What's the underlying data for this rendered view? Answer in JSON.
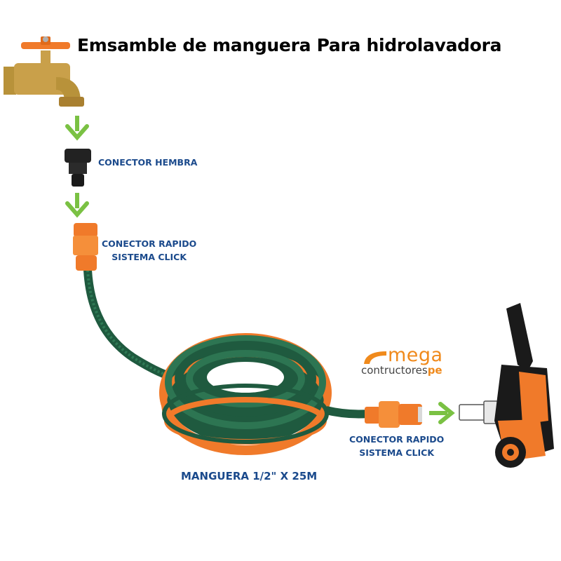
{
  "title": "Emsamble de manguera Para hidrolavadora",
  "labels": {
    "female_connector": "CONECTOR HEMBRA",
    "quick_connector_top": [
      "CONECTOR RAPIDO",
      "SISTEMA CLICK"
    ],
    "quick_connector_right": [
      "CONECTOR RAPIDO",
      "SISTEMA CLICK"
    ],
    "hose": "MANGUERA 1/2\" X 25M"
  },
  "brand": {
    "name": "mega",
    "sub": "contructores",
    "suffix": "pe"
  },
  "colors": {
    "label_blue": "#1b4a8c",
    "arrow_green": "#7ac143",
    "hose_green": "#1f5a3f",
    "hose_orange": "#f07a2a",
    "brass": "#c9a04a"
  },
  "icons": [
    "faucet-icon",
    "female-connector-icon",
    "quick-connector-icon",
    "hose-reel-icon",
    "pressure-washer-icon",
    "down-arrow-icon",
    "right-arrow-icon"
  ]
}
